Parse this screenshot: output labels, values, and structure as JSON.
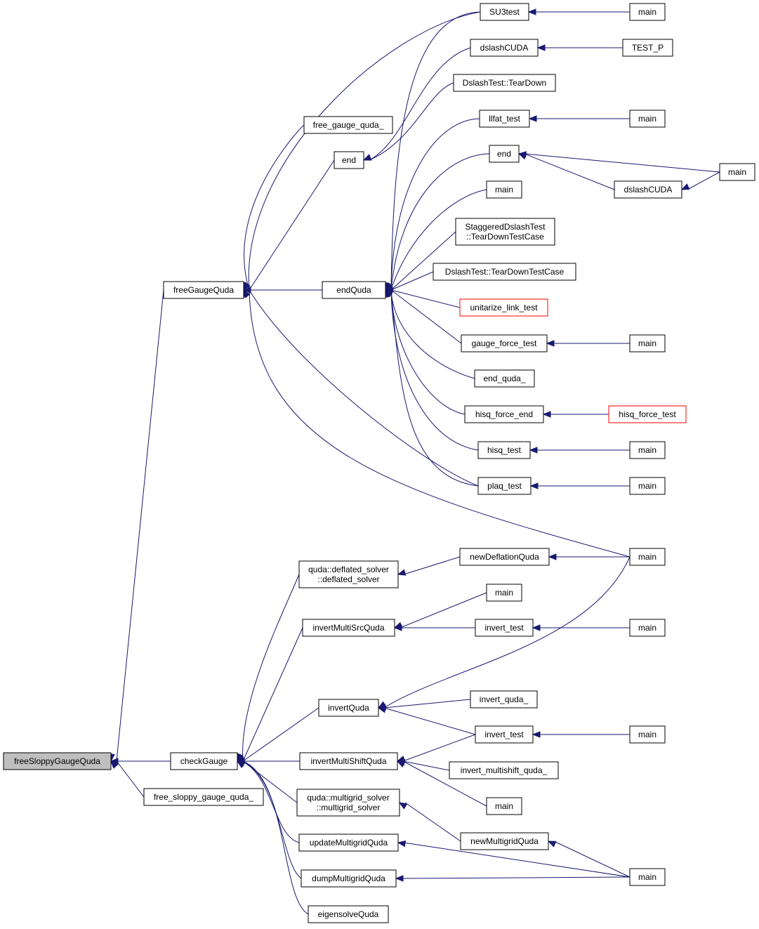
{
  "graph": {
    "nodes": [
      {
        "id": "freeSloppyGaugeQuda",
        "label": "freeSloppyGaugeQuda",
        "root": true
      },
      {
        "id": "freeGaugeQuda",
        "label": "freeGaugeQuda"
      },
      {
        "id": "free_sloppy_gauge_quda_",
        "label": "free_sloppy_gauge_quda_"
      },
      {
        "id": "checkGauge",
        "label": "checkGauge"
      },
      {
        "id": "free_gauge_quda_",
        "label": "free_gauge_quda_"
      },
      {
        "id": "end1",
        "label": "end"
      },
      {
        "id": "endQuda",
        "label": "endQuda"
      },
      {
        "id": "SU3test",
        "label": "SU3test"
      },
      {
        "id": "dslashCUDA1",
        "label": "dslashCUDA"
      },
      {
        "id": "DslashTestTearDown",
        "label": "DslashTest::TearDown"
      },
      {
        "id": "llfat_test",
        "label": "llfat_test"
      },
      {
        "id": "end2",
        "label": "end"
      },
      {
        "id": "main_a",
        "label": "main"
      },
      {
        "id": "StaggeredTDTC",
        "label": "StaggeredDslashTest\n::TearDownTestCase"
      },
      {
        "id": "DslashTestTDTC",
        "label": "DslashTest::TearDownTestCase"
      },
      {
        "id": "unitarize_link_test",
        "label": "unitarize_link_test",
        "red": true
      },
      {
        "id": "gauge_force_test",
        "label": "gauge_force_test"
      },
      {
        "id": "end_quda_",
        "label": "end_quda_"
      },
      {
        "id": "hisq_force_end",
        "label": "hisq_force_end"
      },
      {
        "id": "hisq_test",
        "label": "hisq_test"
      },
      {
        "id": "plaq_test",
        "label": "plaq_test"
      },
      {
        "id": "main_SU3",
        "label": "main"
      },
      {
        "id": "TEST_P",
        "label": "TEST_P"
      },
      {
        "id": "main_llfat",
        "label": "main"
      },
      {
        "id": "main_end2",
        "label": "main"
      },
      {
        "id": "dslashCUDA2",
        "label": "dslashCUDA"
      },
      {
        "id": "main_gauge",
        "label": "main"
      },
      {
        "id": "hisq_force_test",
        "label": "hisq_force_test",
        "red": true
      },
      {
        "id": "main_hisq",
        "label": "main"
      },
      {
        "id": "main_plaq",
        "label": "main"
      },
      {
        "id": "main_free",
        "label": "main"
      },
      {
        "id": "deflated_solver",
        "label": "quda::deflated_solver\n::deflated_solver"
      },
      {
        "id": "newDeflationQuda",
        "label": "newDeflationQuda"
      },
      {
        "id": "invertMultiSrcQuda",
        "label": "invertMultiSrcQuda"
      },
      {
        "id": "main_ms",
        "label": "main"
      },
      {
        "id": "invert_test1",
        "label": "invert_test"
      },
      {
        "id": "main_it1",
        "label": "main"
      },
      {
        "id": "invertQuda",
        "label": "invertQuda"
      },
      {
        "id": "invert_quda_",
        "label": "invert_quda_"
      },
      {
        "id": "invert_test2",
        "label": "invert_test"
      },
      {
        "id": "main_it2",
        "label": "main"
      },
      {
        "id": "invertMultiShiftQuda",
        "label": "invertMultiShiftQuda"
      },
      {
        "id": "invert_multishift_quda_",
        "label": "invert_multishift_quda_"
      },
      {
        "id": "main_mshift",
        "label": "main"
      },
      {
        "id": "multigrid_solver",
        "label": "quda::multigrid_solver\n::multigrid_solver"
      },
      {
        "id": "newMultigridQuda",
        "label": "newMultigridQuda"
      },
      {
        "id": "updateMultigridQuda",
        "label": "updateMultigridQuda"
      },
      {
        "id": "dumpMultigridQuda",
        "label": "dumpMultigridQuda"
      },
      {
        "id": "eigensolveQuda",
        "label": "eigensolveQuda"
      },
      {
        "id": "main_mg",
        "label": "main"
      }
    ],
    "edges": [
      [
        "freeSloppyGaugeQuda",
        "freeGaugeQuda"
      ],
      [
        "freeSloppyGaugeQuda",
        "free_sloppy_gauge_quda_"
      ],
      [
        "freeSloppyGaugeQuda",
        "checkGauge"
      ],
      [
        "freeGaugeQuda",
        "SU3test"
      ],
      [
        "freeGaugeQuda",
        "free_gauge_quda_"
      ],
      [
        "freeGaugeQuda",
        "end1"
      ],
      [
        "freeGaugeQuda",
        "endQuda"
      ],
      [
        "freeGaugeQuda",
        "plaq_test"
      ],
      [
        "freeGaugeQuda",
        "main_free"
      ],
      [
        "end1",
        "dslashCUDA1"
      ],
      [
        "end1",
        "DslashTestTearDown"
      ],
      [
        "endQuda",
        "SU3test"
      ],
      [
        "endQuda",
        "llfat_test"
      ],
      [
        "endQuda",
        "end2"
      ],
      [
        "endQuda",
        "main_a"
      ],
      [
        "endQuda",
        "StaggeredTDTC"
      ],
      [
        "endQuda",
        "DslashTestTDTC"
      ],
      [
        "endQuda",
        "unitarize_link_test"
      ],
      [
        "endQuda",
        "gauge_force_test"
      ],
      [
        "endQuda",
        "end_quda_"
      ],
      [
        "endQuda",
        "hisq_force_end"
      ],
      [
        "endQuda",
        "hisq_test"
      ],
      [
        "endQuda",
        "plaq_test"
      ],
      [
        "SU3test",
        "main_SU3"
      ],
      [
        "dslashCUDA1",
        "TEST_P"
      ],
      [
        "llfat_test",
        "main_llfat"
      ],
      [
        "end2",
        "main_end2"
      ],
      [
        "end2",
        "dslashCUDA2"
      ],
      [
        "dslashCUDA2",
        "main_end2"
      ],
      [
        "gauge_force_test",
        "main_gauge"
      ],
      [
        "hisq_force_end",
        "hisq_force_test"
      ],
      [
        "hisq_test",
        "main_hisq"
      ],
      [
        "plaq_test",
        "main_plaq"
      ],
      [
        "checkGauge",
        "deflated_solver"
      ],
      [
        "checkGauge",
        "invertMultiSrcQuda"
      ],
      [
        "checkGauge",
        "invertQuda"
      ],
      [
        "checkGauge",
        "invertMultiShiftQuda"
      ],
      [
        "checkGauge",
        "multigrid_solver"
      ],
      [
        "checkGauge",
        "updateMultigridQuda"
      ],
      [
        "checkGauge",
        "dumpMultigridQuda"
      ],
      [
        "checkGauge",
        "eigensolveQuda"
      ],
      [
        "deflated_solver",
        "newDeflationQuda"
      ],
      [
        "newDeflationQuda",
        "main_free"
      ],
      [
        "invertMultiSrcQuda",
        "main_ms"
      ],
      [
        "invertMultiSrcQuda",
        "invert_test1"
      ],
      [
        "invert_test1",
        "main_it1"
      ],
      [
        "invertQuda",
        "main_free"
      ],
      [
        "invertQuda",
        "invert_quda_"
      ],
      [
        "invertQuda",
        "invert_test2"
      ],
      [
        "invert_test2",
        "main_it2"
      ],
      [
        "invertMultiShiftQuda",
        "invert_test2"
      ],
      [
        "invertMultiShiftQuda",
        "invert_multishift_quda_"
      ],
      [
        "invertMultiShiftQuda",
        "main_mshift"
      ],
      [
        "multigrid_solver",
        "newMultigridQuda"
      ],
      [
        "newMultigridQuda",
        "main_mg"
      ],
      [
        "updateMultigridQuda",
        "main_mg"
      ],
      [
        "dumpMultigridQuda",
        "main_mg"
      ]
    ],
    "colors": {
      "edge": "#191970",
      "root_fill": "#bfbfbf",
      "highlight_border": "#ff0000"
    }
  }
}
